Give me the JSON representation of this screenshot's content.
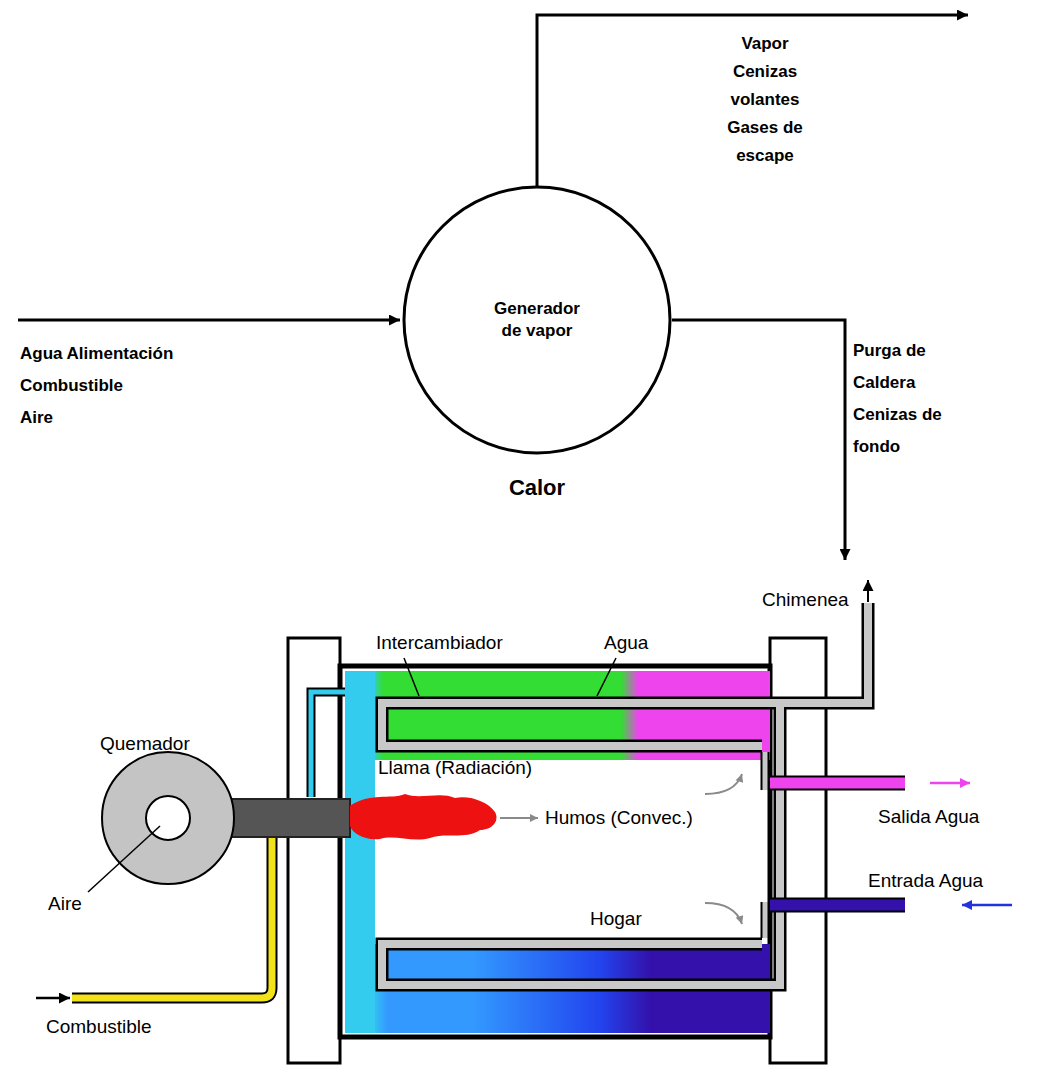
{
  "diagram": {
    "nodes": [
      {
        "text": [
          "Generador de vapor"
        ]
      }
    ],
    "labels": [
      "Vapor",
      "Cenizas volantes",
      "Gases de escape",
      "Agua Alimentación",
      "Combustible",
      "Aire",
      "Purga de Caldera",
      "Cenizas de fondo",
      "Calor",
      "Chimenea",
      "Intercambiador",
      "Agua",
      "Quemador",
      "Llama (Radiación)",
      "Humos (Convec.)",
      "Salida Agua",
      "Hogar",
      "Entrada Agua",
      "Aire",
      "Combustible"
    ]
  }
}
